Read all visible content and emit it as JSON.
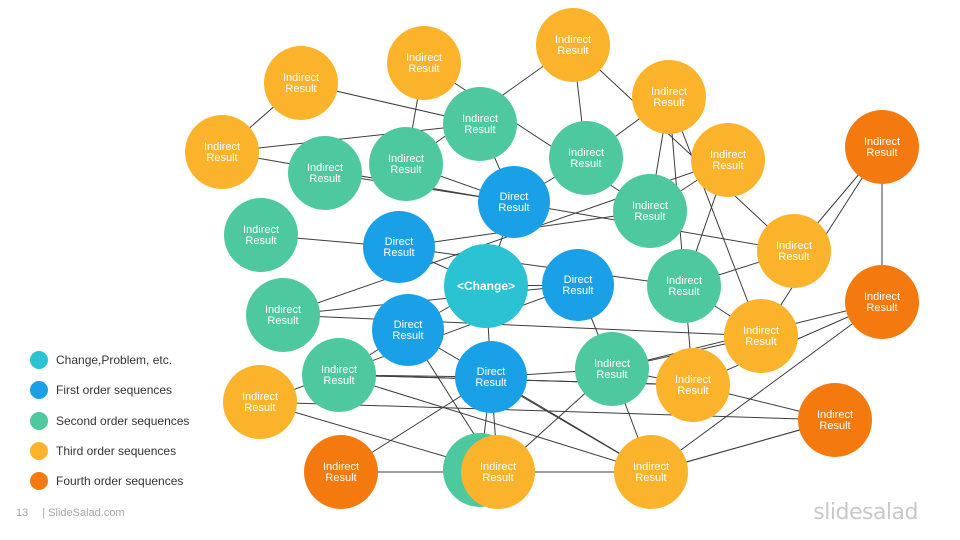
{
  "colors": {
    "change": "#2bc3d4",
    "first": "#1aa0e6",
    "second": "#4ec89e",
    "third": "#fbb32c",
    "fourth": "#f47a0f",
    "edge": "#3c3c3c"
  },
  "legend": [
    {
      "label": "Change,Problem, etc.",
      "color": "#2bc3d4"
    },
    {
      "label": "First order sequences",
      "color": "#1aa0e6"
    },
    {
      "label": "Second order sequences",
      "color": "#4ec89e"
    },
    {
      "label": "Third order sequences",
      "color": "#fbb32c"
    },
    {
      "label": "Fourth order sequences",
      "color": "#f47a0f"
    }
  ],
  "footer": {
    "page_number": "13",
    "site": "| SlideSalad.com"
  },
  "brand": "slidesalad",
  "diagram": {
    "nodes": [
      {
        "id": "change",
        "label": "<Change>",
        "level": "change"
      },
      {
        "id": "d1",
        "label": "Direct Result",
        "level": "first"
      },
      {
        "id": "d2",
        "label": "Direct Result",
        "level": "first"
      },
      {
        "id": "d3",
        "label": "Direct Result",
        "level": "first"
      },
      {
        "id": "d4",
        "label": "Direct Result",
        "level": "first"
      },
      {
        "id": "d5",
        "label": "Direct Result",
        "level": "first"
      },
      {
        "id": "s1",
        "label": "Indirect Result",
        "level": "second"
      },
      {
        "id": "s2",
        "label": "Indirect Result",
        "level": "second"
      },
      {
        "id": "s3",
        "label": "Indirect Result",
        "level": "second"
      },
      {
        "id": "s4",
        "label": "Indirect Result",
        "level": "second"
      },
      {
        "id": "s5",
        "label": "Indirect Result",
        "level": "second"
      },
      {
        "id": "s6",
        "label": "Indirect Result",
        "level": "second"
      },
      {
        "id": "s7",
        "label": "Indirect Result",
        "level": "second"
      },
      {
        "id": "s8",
        "label": "Indirect Result",
        "level": "second"
      },
      {
        "id": "s9",
        "label": "Indirect Result",
        "level": "second"
      },
      {
        "id": "s10",
        "label": "Indirect Result",
        "level": "second"
      },
      {
        "id": "s11",
        "label": "Indirect Result",
        "level": "second"
      },
      {
        "id": "t1",
        "label": "Indirect Result",
        "level": "third"
      },
      {
        "id": "t2",
        "label": "Indirect Result",
        "level": "third"
      },
      {
        "id": "t3",
        "label": "Indirect Result",
        "level": "third"
      },
      {
        "id": "t4",
        "label": "Indirect Result",
        "level": "third"
      },
      {
        "id": "t5",
        "label": "Indirect Result",
        "level": "third"
      },
      {
        "id": "t6",
        "label": "Indirect Result",
        "level": "third"
      },
      {
        "id": "t7",
        "label": "Indirect Result",
        "level": "third"
      },
      {
        "id": "t8",
        "label": "Indirect Result",
        "level": "third"
      },
      {
        "id": "t9",
        "label": "Indirect Result",
        "level": "third"
      },
      {
        "id": "t10",
        "label": "Indirect Result",
        "level": "third"
      },
      {
        "id": "t11",
        "label": "Indirect Result",
        "level": "third"
      },
      {
        "id": "t12",
        "label": "Indirect Result",
        "level": "third"
      },
      {
        "id": "f1",
        "label": "Indirect Result",
        "level": "fourth"
      },
      {
        "id": "f2",
        "label": "Indirect Result",
        "level": "fourth"
      },
      {
        "id": "f3",
        "label": "Indirect Result",
        "level": "fourth"
      },
      {
        "id": "f4",
        "label": "Indirect Result",
        "level": "fourth"
      }
    ],
    "edges": [
      [
        "change",
        "d1"
      ],
      [
        "change",
        "d2"
      ],
      [
        "change",
        "d3"
      ],
      [
        "change",
        "d4"
      ],
      [
        "change",
        "d5"
      ],
      [
        "d1",
        "s1"
      ],
      [
        "d1",
        "s2"
      ],
      [
        "d1",
        "s3"
      ],
      [
        "d1",
        "s4"
      ],
      [
        "d2",
        "s5"
      ],
      [
        "d2",
        "s6"
      ],
      [
        "d2",
        "s7"
      ],
      [
        "d3",
        "s8"
      ],
      [
        "d3",
        "s9"
      ],
      [
        "d3",
        "t10"
      ],
      [
        "d4",
        "s10"
      ],
      [
        "d4",
        "t11"
      ],
      [
        "d4",
        "t12"
      ],
      [
        "d5",
        "s11"
      ],
      [
        "d5",
        "t11"
      ],
      [
        "d5",
        "t12"
      ],
      [
        "d5",
        "s9"
      ],
      [
        "d5",
        "s10"
      ],
      [
        "d5",
        "f1"
      ],
      [
        "s1",
        "t3"
      ],
      [
        "s1",
        "t5"
      ],
      [
        "s2",
        "t1"
      ],
      [
        "s2",
        "t2"
      ],
      [
        "s3",
        "t2"
      ],
      [
        "s3",
        "t4"
      ],
      [
        "s5",
        "t1"
      ],
      [
        "s5",
        "t4"
      ],
      [
        "s5",
        "t6"
      ],
      [
        "s7",
        "t6"
      ],
      [
        "s7",
        "t7"
      ],
      [
        "s7",
        "t8"
      ],
      [
        "s8",
        "t6"
      ],
      [
        "s8",
        "t8"
      ],
      [
        "s9",
        "t8"
      ],
      [
        "s9",
        "t11"
      ],
      [
        "s9",
        "t12"
      ],
      [
        "s9",
        "t9"
      ],
      [
        "s9",
        "f3"
      ],
      [
        "s10",
        "t9"
      ],
      [
        "s10",
        "t12"
      ],
      [
        "t3",
        "t5"
      ],
      [
        "t4",
        "t8"
      ],
      [
        "t4",
        "t9"
      ],
      [
        "t2",
        "t7"
      ],
      [
        "t5",
        "t7"
      ],
      [
        "t7",
        "f2"
      ],
      [
        "t8",
        "f2"
      ],
      [
        "t10",
        "t11"
      ],
      [
        "f2",
        "f3"
      ],
      [
        "f3",
        "t9"
      ],
      [
        "f3",
        "t12"
      ],
      [
        "t10",
        "f4"
      ],
      [
        "t11",
        "t12"
      ],
      [
        "t12",
        "f4"
      ],
      [
        "f1",
        "t11"
      ],
      [
        "t9",
        "f4"
      ],
      [
        "t9",
        "s10"
      ],
      [
        "f4",
        "t12"
      ]
    ]
  }
}
